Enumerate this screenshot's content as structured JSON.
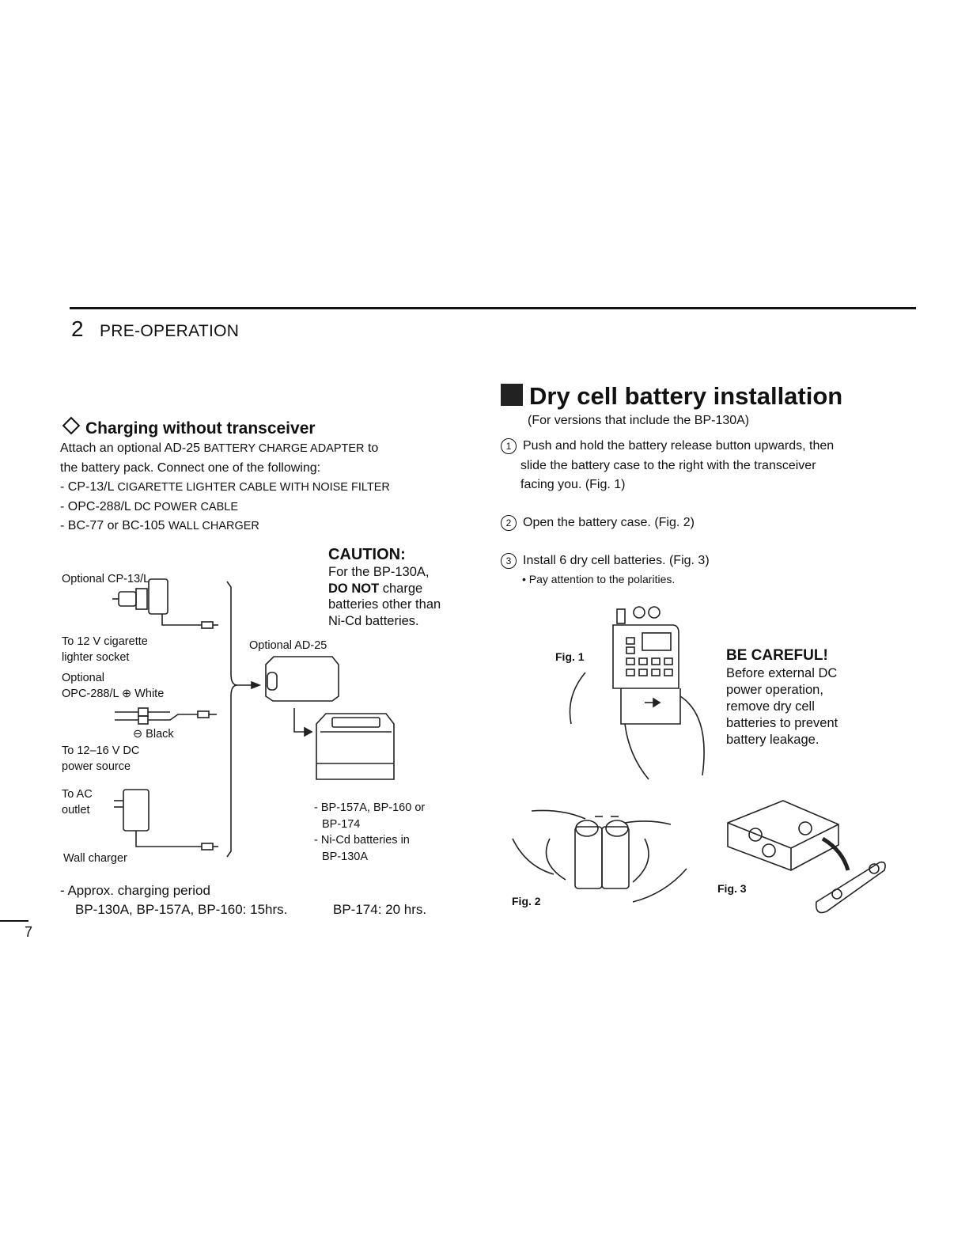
{
  "header": {
    "section_number": "2",
    "section_title": "PRE-OPERATION",
    "page_number": "7"
  },
  "charging": {
    "heading": "Charging without transceiver",
    "intro_1a": "Attach an optional  AD-25 ",
    "intro_1b": "BATTERY CHARGE ADAPTER",
    "intro_1c": " to",
    "intro_2": "the battery pack.  Connect one of the following:",
    "item_1a": "- CP-13/L ",
    "item_1b": "CIGARETTE LIGHTER CABLE WITH NOISE FILTER",
    "item_2a": "- OPC-288/L ",
    "item_2b": "DC POWER CABLE",
    "item_3a": "- BC-77 or BC-105 ",
    "item_3b": "WALL CHARGER",
    "caution_heading": "CAUTION:",
    "caution_1": "For the BP-130A,",
    "caution_2a": "DO NOT",
    "caution_2b": " charge",
    "caution_3": "batteries other than",
    "caution_4": "Ni-Cd batteries.",
    "lbl_cp13": "Optional CP-13/L",
    "lbl_cig_1": "To 12 V cigarette",
    "lbl_cig_2": "lighter socket",
    "lbl_opc_1": "Optional",
    "lbl_opc_2": "OPC-288/L ⊕  White",
    "lbl_black": "⊖  Black",
    "lbl_dc_1": "To 12–16 V DC",
    "lbl_dc_2": "power source",
    "lbl_ac_1": "To AC",
    "lbl_ac_2": "outlet",
    "lbl_wall": "Wall charger",
    "lbl_ad25": "Optional AD-25",
    "pack_1": "- BP-157A, BP-160 or",
    "pack_2": "BP-174",
    "pack_3": "- Ni-Cd batteries in",
    "pack_4": "BP-130A",
    "period_1": "- Approx. charging period",
    "period_2": "BP-130A, BP-157A, BP-160: 15hrs.",
    "period_3": "BP-174: 20 hrs."
  },
  "dry_cell": {
    "heading": "Dry cell battery installation",
    "subheading": "(For versions that include the BP-130A)",
    "step1_num": "1",
    "step1_1": "Push and hold the battery release button upwards, then",
    "step1_2": "slide the battery case to the right with the transceiver",
    "step1_3": "facing you. (Fig. 1)",
    "step2_num": "2",
    "step2": "Open the battery case. (Fig. 2)",
    "step3_num": "3",
    "step3": "Install 6 dry cell batteries. (Fig. 3)",
    "step3_note": "• Pay attention to the polarities.",
    "fig1": "Fig. 1",
    "fig2": "Fig. 2",
    "fig3": "Fig. 3",
    "careful_heading": "BE CAREFUL!",
    "careful_1": "Before external DC",
    "careful_2": "power operation,",
    "careful_3": "remove dry cell",
    "careful_4": "batteries to prevent",
    "careful_5": "battery leakage."
  }
}
